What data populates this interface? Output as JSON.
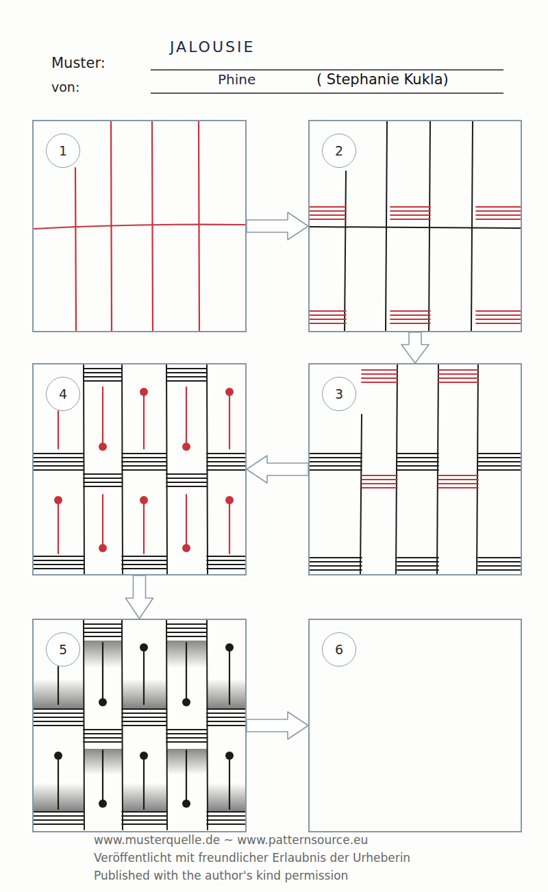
{
  "diagram": {
    "title": "JALOUSIE",
    "nodes": [
      {
        "text": [
          "1"
        ]
      },
      {
        "text": [
          "2"
        ]
      },
      {
        "text": [
          "3"
        ]
      },
      {
        "text": [
          "4"
        ]
      },
      {
        "text": [
          "5"
        ]
      },
      {
        "text": [
          "6"
        ]
      }
    ],
    "edges": [
      {
        "from": 0,
        "to": 1,
        "arrow": "to"
      },
      {
        "from": 1,
        "to": 2,
        "arrow": "to"
      },
      {
        "from": 2,
        "to": 3,
        "arrow": "to"
      },
      {
        "from": 3,
        "to": 4,
        "arrow": "to"
      },
      {
        "from": 4,
        "to": 5,
        "arrow": "to"
      }
    ],
    "labels": [
      "Muster:",
      "von:",
      "Phine",
      "( Stephanie Kukla)",
      "www.musterquelle.de ~ www.patternsource.eu",
      "Veröffentlicht mit freundlicher Erlaubnis der Urheberin",
      "Published with the author's kind permission"
    ]
  }
}
